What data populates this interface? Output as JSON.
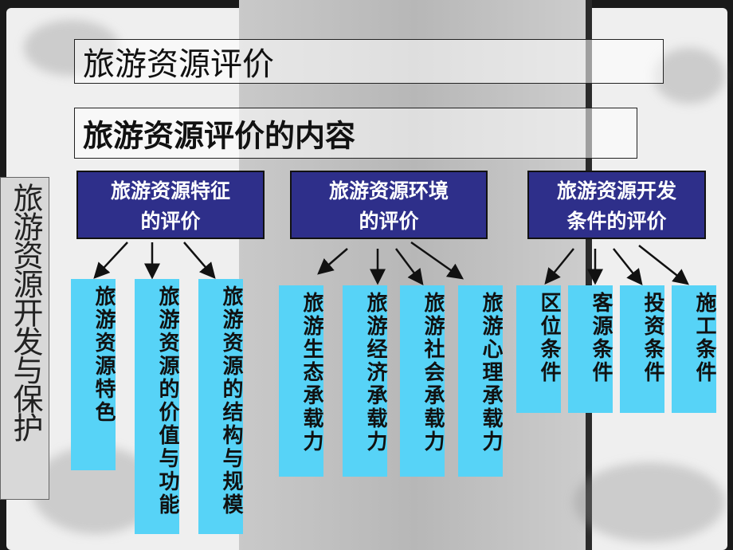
{
  "title": "旅游资源评价",
  "subtitle": "旅游资源评价的内容",
  "side_title": "旅游资源开发与保护",
  "categories": [
    {
      "line1": "旅游资源特征",
      "line2": "的评价",
      "items": [
        "旅游资源特色",
        "旅游资源的价值与功能",
        "旅游资源的结构与规模"
      ]
    },
    {
      "line1": "旅游资源环境",
      "line2": "的评价",
      "items": [
        "旅游生态承载力",
        "旅游经济承载力",
        "旅游社会承载力",
        "旅游心理承载力"
      ]
    },
    {
      "line1": "旅游资源开发",
      "line2": "条件的评价",
      "items": [
        "区位条件",
        "客源条件",
        "投资条件",
        "施工条件"
      ]
    }
  ],
  "colors": {
    "category_bg": "#2e2f8a",
    "leaf_bg": "#57d3f7",
    "arrow": "#111111"
  }
}
